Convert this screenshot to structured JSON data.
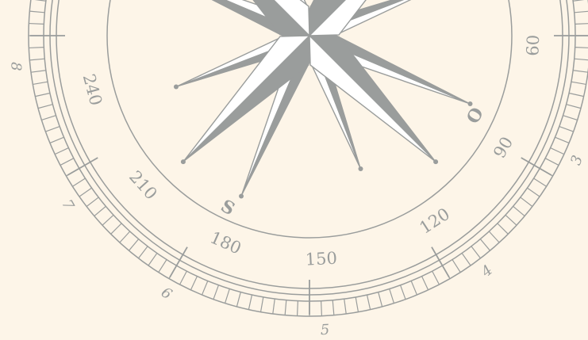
{
  "colors": {
    "background": "#fdf5e8",
    "ink": "#9a9d9c",
    "ink_light": "#ffffff"
  },
  "compass": {
    "degree_labels": [
      "60",
      "90",
      "120",
      "150",
      "180",
      "210",
      "240"
    ],
    "outer_numbers": [
      "3",
      "4",
      "5",
      "6",
      "7",
      "8"
    ],
    "cardinal_labels": [
      "O",
      "S"
    ]
  }
}
